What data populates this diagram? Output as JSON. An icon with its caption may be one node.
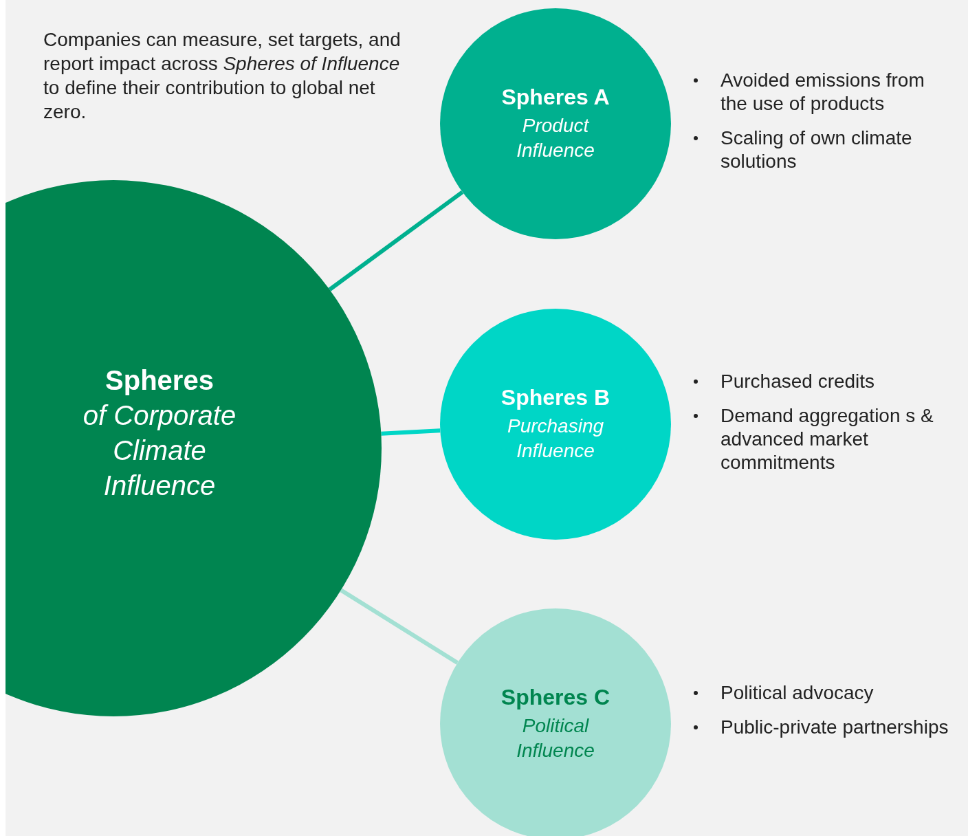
{
  "diagram": {
    "nodes": [
      {
        "text": [
          "Spheres",
          "of Corporate Climate Influence"
        ]
      },
      {
        "text": [
          "Spheres A",
          "Product Influence"
        ],
        "beside": [
          "Avoided emissions from the use of products",
          "Scaling of own climate solutions"
        ]
      },
      {
        "text": [
          "Spheres B",
          "Purchasing Influence"
        ],
        "beside": [
          "Purchased credits",
          "Demand aggregation s & advanced market commitments"
        ]
      },
      {
        "text": [
          "Spheres C",
          "Political Influence"
        ],
        "beside": [
          "Political advocacy",
          "Public-private partnerships"
        ]
      }
    ],
    "edges": [
      {
        "from": 0,
        "to": 1,
        "arrow": "none",
        "color": "#00b08f"
      },
      {
        "from": 0,
        "to": 2,
        "arrow": "none",
        "color": "#00d6c6"
      },
      {
        "from": 0,
        "to": 3,
        "arrow": "none",
        "color": "#a3e0d3"
      }
    ],
    "labels": [
      "Companies can measure, set targets, and report impact across *Spheres of Influence* to define their contribution to global net zero."
    ]
  }
}
